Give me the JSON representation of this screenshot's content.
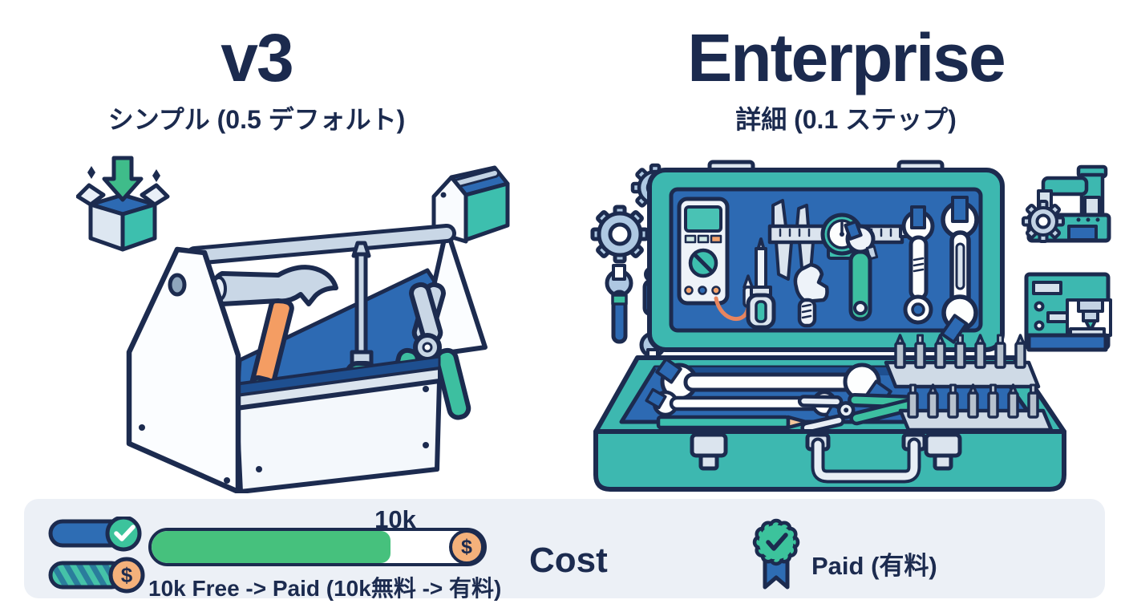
{
  "header": {
    "left": {
      "title": "v3",
      "subtitle": "シンプル (0.5 デフォルト)"
    },
    "right": {
      "title": "Enterprise",
      "subtitle": "詳細 (0.1 ステップ)"
    }
  },
  "illustrations": {
    "left": {
      "name": "simple-toolbox-illustration",
      "description": "Open hand toolbox with hammer, screwdriver and pliers",
      "icons": [
        "unboxing-box-icon",
        "mini-toolbox-icon"
      ]
    },
    "right": {
      "name": "enterprise-toolkit-illustration",
      "description": "Open professional tool case with multimeter, dial caliper, wrenches, pliers, pencil and bit set",
      "icons": [
        "gears-icon",
        "wrench-icon",
        "driver-tool-icon",
        "robot-arm-icon",
        "cnc-machine-icon"
      ]
    }
  },
  "cost_section": {
    "label": "Cost",
    "threshold_label": "10k",
    "bar": {
      "fill_percent": 72,
      "fill_color": "#46c17d",
      "marker": "$"
    },
    "caption": "10k Free -> Paid (10k無料 -> 有料)",
    "enterprise_badge_label": "Paid (有料)",
    "toggle_icons": [
      "free-toggle-check-icon",
      "paid-toggle-dollar-icon"
    ]
  },
  "colors": {
    "navy": "#1c2b4f",
    "teal": "#3db8b0",
    "teal_grip": "#3dbfa0",
    "blue": "#2d6ab3",
    "dark_blue": "#1e4f90",
    "steel": "#c9d7e6",
    "green": "#46c17d",
    "orange": "#f4b17b",
    "hammer_orange": "#f49d63",
    "band_bg": "#ecf0f6",
    "gear_steel": "#aec8e2"
  }
}
